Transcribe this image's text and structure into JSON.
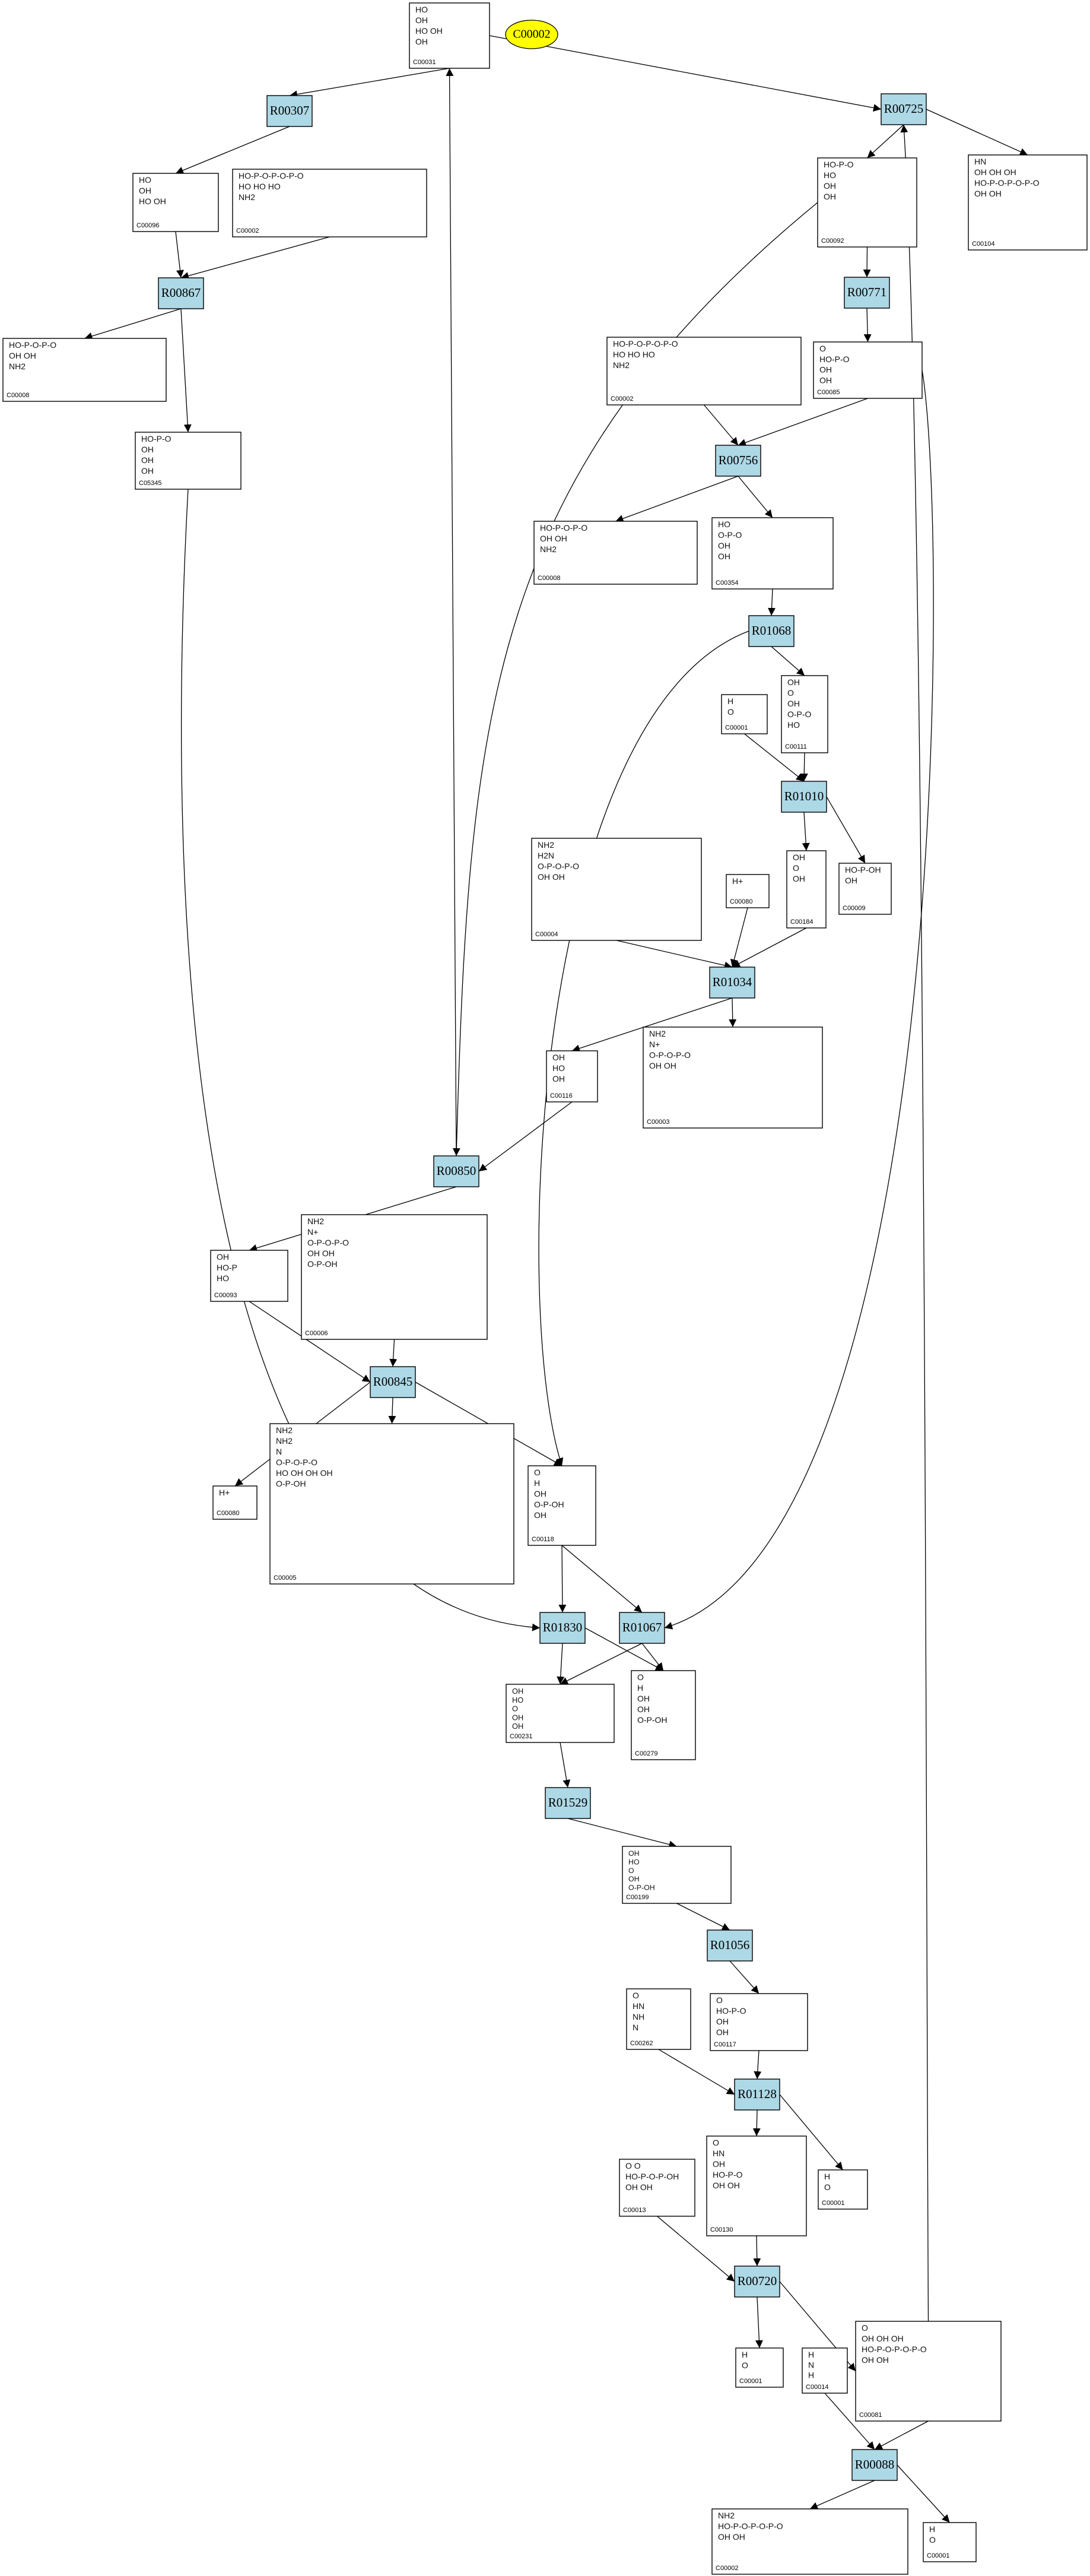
{
  "highlight": {
    "label": "C00002",
    "color": "#ffff00"
  },
  "colors": {
    "reaction_fill": "#add8e6",
    "highlight_fill": "#ffff00"
  },
  "reactions": [
    {
      "id": "R00307",
      "label": "R00307"
    },
    {
      "id": "R00725",
      "label": "R00725"
    },
    {
      "id": "R00867",
      "label": "R00867"
    },
    {
      "id": "R00771",
      "label": "R00771"
    },
    {
      "id": "R00756",
      "label": "R00756"
    },
    {
      "id": "R01068",
      "label": "R01068"
    },
    {
      "id": "R01010",
      "label": "R01010"
    },
    {
      "id": "R01034",
      "label": "R01034"
    },
    {
      "id": "R00850",
      "label": "R00850"
    },
    {
      "id": "R00845",
      "label": "R00845"
    },
    {
      "id": "R01830",
      "label": "R01830"
    },
    {
      "id": "R01067",
      "label": "R01067"
    },
    {
      "id": "R01529",
      "label": "R01529"
    },
    {
      "id": "R01056",
      "label": "R01056"
    },
    {
      "id": "R01128",
      "label": "R01128"
    },
    {
      "id": "R00720",
      "label": "R00720"
    },
    {
      "id": "R00088",
      "label": "R00088"
    }
  ],
  "compounds": [
    {
      "key": "c1",
      "label": "C00031",
      "lines": [
        "HO",
        "OH",
        "HO OH",
        "OH"
      ]
    },
    {
      "key": "c2",
      "label": "C00092",
      "lines": [
        "HO-P-O",
        "HO",
        "OH",
        "OH"
      ]
    },
    {
      "key": "c3",
      "label": "C00104",
      "lines": [
        "HN",
        "OH OH OH",
        "HO-P-O-P-O-P-O",
        "OH OH"
      ]
    },
    {
      "key": "c4",
      "label": "C00096",
      "lines": [
        "HO",
        "OH",
        "HO OH"
      ]
    },
    {
      "key": "c5",
      "label": "C00002",
      "lines": [
        "HO-P-O-P-O-P-O",
        "HO HO HO",
        "NH2"
      ]
    },
    {
      "key": "c6",
      "label": "C00085",
      "lines": [
        "O",
        "HO-P-O",
        "OH",
        "OH"
      ]
    },
    {
      "key": "c7",
      "label": "C00008",
      "lines": [
        "HO-P-O-P-O",
        "OH OH",
        "NH2"
      ]
    },
    {
      "key": "c8",
      "label": "C00002",
      "lines": [
        "HO-P-O-P-O-P-O",
        "HO HO HO",
        "NH2"
      ]
    },
    {
      "key": "c9",
      "label": "C05345",
      "lines": [
        "HO-P-O",
        "OH",
        "OH",
        "OH"
      ]
    },
    {
      "key": "c10",
      "label": "C00008",
      "lines": [
        "HO-P-O-P-O",
        "OH OH",
        "NH2"
      ]
    },
    {
      "key": "c11",
      "label": "C00354",
      "lines": [
        "HO",
        "O-P-O",
        "OH",
        "OH"
      ]
    },
    {
      "key": "c12",
      "label": "C00001",
      "lines": [
        "H",
        "O"
      ]
    },
    {
      "key": "c13",
      "label": "C00111",
      "lines": [
        "OH",
        "O",
        "OH",
        "O-P-O",
        "HO"
      ]
    },
    {
      "key": "c14",
      "label": "C00004",
      "lines": [
        "NH2",
        "H2N",
        "O-P-O-P-O",
        "OH OH"
      ]
    },
    {
      "key": "c15",
      "label": "C00080",
      "lines": [
        "H+"
      ]
    },
    {
      "key": "c16",
      "label": "C00184",
      "lines": [
        "OH",
        "O",
        "OH"
      ]
    },
    {
      "key": "c17",
      "label": "C00009",
      "lines": [
        "HO-P-OH",
        "OH"
      ]
    },
    {
      "key": "c18",
      "label": "C00116",
      "lines": [
        "OH",
        "HO",
        "OH"
      ]
    },
    {
      "key": "c19",
      "label": "C00003",
      "lines": [
        "NH2",
        "N+",
        "O-P-O-P-O",
        "OH OH"
      ]
    },
    {
      "key": "c20",
      "label": "C00093",
      "lines": [
        "OH",
        "HO-P",
        "HO"
      ]
    },
    {
      "key": "c21",
      "label": "C00006",
      "lines": [
        "NH2",
        "N+",
        "O-P-O-P-O",
        "OH OH",
        "O-P-OH"
      ]
    },
    {
      "key": "c22",
      "label": "C00080",
      "lines": [
        "H+"
      ]
    },
    {
      "key": "c23",
      "label": "C00005",
      "lines": [
        "NH2",
        "NH2",
        "N",
        "O-P-O-P-O",
        "HO OH OH OH",
        "O-P-OH"
      ]
    },
    {
      "key": "c24",
      "label": "C00118",
      "lines": [
        "O",
        "H",
        "OH",
        "O-P-OH",
        "OH"
      ]
    },
    {
      "key": "c25",
      "label": "C00231",
      "lines": [
        "OH",
        "HO",
        "O",
        "OH",
        "OH"
      ]
    },
    {
      "key": "c26",
      "label": "C00279",
      "lines": [
        "O",
        "H",
        "OH",
        "OH",
        "O-P-OH"
      ]
    },
    {
      "key": "c27",
      "label": "C00199",
      "lines": [
        "OH",
        "HO",
        "O",
        "OH",
        "O-P-OH"
      ]
    },
    {
      "key": "c28",
      "label": "C00117",
      "lines": [
        "O",
        "HO-P-O",
        "OH",
        "OH"
      ]
    },
    {
      "key": "c29",
      "label": "C00262",
      "lines": [
        "O",
        "HN",
        "NH",
        "N"
      ]
    },
    {
      "key": "c30",
      "label": "C00001",
      "lines": [
        "H",
        "O"
      ]
    },
    {
      "key": "c31",
      "label": "C00130",
      "lines": [
        "O",
        "HN",
        "OH",
        "HO-P-O",
        "OH OH"
      ]
    },
    {
      "key": "c32",
      "label": "C00013",
      "lines": [
        "O O",
        "HO-P-O-P-OH",
        "OH OH"
      ]
    },
    {
      "key": "c33",
      "label": "C00001",
      "lines": [
        "H",
        "O"
      ]
    },
    {
      "key": "c34",
      "label": "C00014",
      "lines": [
        "H",
        "N",
        "H"
      ]
    },
    {
      "key": "c35",
      "label": "C00081",
      "lines": [
        "O",
        "OH OH OH",
        "HO-P-O-P-O-P-O",
        "OH OH"
      ]
    },
    {
      "key": "c36",
      "label": "C00002",
      "lines": [
        "NH2",
        "HO-P-O-P-O-P-O",
        "OH OH"
      ]
    },
    {
      "key": "c37",
      "label": "C00001",
      "lines": [
        "H",
        "O"
      ]
    }
  ]
}
